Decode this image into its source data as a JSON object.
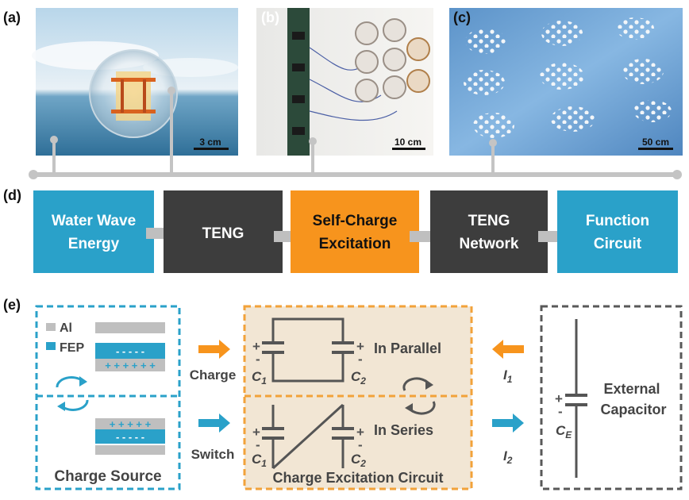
{
  "colors": {
    "blue": "#2aa1c9",
    "dark": "#3d3d3d",
    "orange": "#f7941d",
    "gray": "#bfbfbf",
    "beige": "#f2e6d4",
    "orange_dash": "#f2a23a",
    "gray_dash": "#595959"
  },
  "panels": {
    "a": {
      "label": "(a)",
      "scale": "3 cm"
    },
    "b": {
      "label": "(b)",
      "scale": "10 cm"
    },
    "c": {
      "label": "(c)",
      "scale": "50 cm"
    },
    "d": {
      "label": "(d)"
    },
    "e": {
      "label": "(e)"
    }
  },
  "flow": {
    "water_wave": {
      "line1": "Water Wave",
      "line2": "Energy"
    },
    "teng": {
      "line1": "TENG"
    },
    "self_charge": {
      "line1": "Self-Charge",
      "line2": "Excitation"
    },
    "teng_network": {
      "line1": "TENG",
      "line2": "Network"
    },
    "function_circuit": {
      "line1": "Function",
      "line2": "Circuit"
    }
  },
  "charge_source": {
    "legend_al": "Al",
    "legend_fep": "FEP",
    "minus_row": "- - - - -",
    "plus_row": "+ + + + + +",
    "plus_row_top": "+ + + + +",
    "title": "Charge Source"
  },
  "excitation": {
    "charge_label": "Charge",
    "switch_label": "Switch",
    "parallel_label": "In Parallel",
    "series_label": "In Series",
    "title": "Charge Excitation Circuit",
    "c1": "C",
    "c1_sub": "1",
    "c2": "C",
    "c2_sub": "2",
    "plus": "+",
    "minus": "-"
  },
  "currents": {
    "i1": "I",
    "i1_sub": "1",
    "i2": "I",
    "i2_sub": "2"
  },
  "external": {
    "line1": "External",
    "line2": "Capacitor",
    "ce": "C",
    "ce_sub": "E"
  }
}
